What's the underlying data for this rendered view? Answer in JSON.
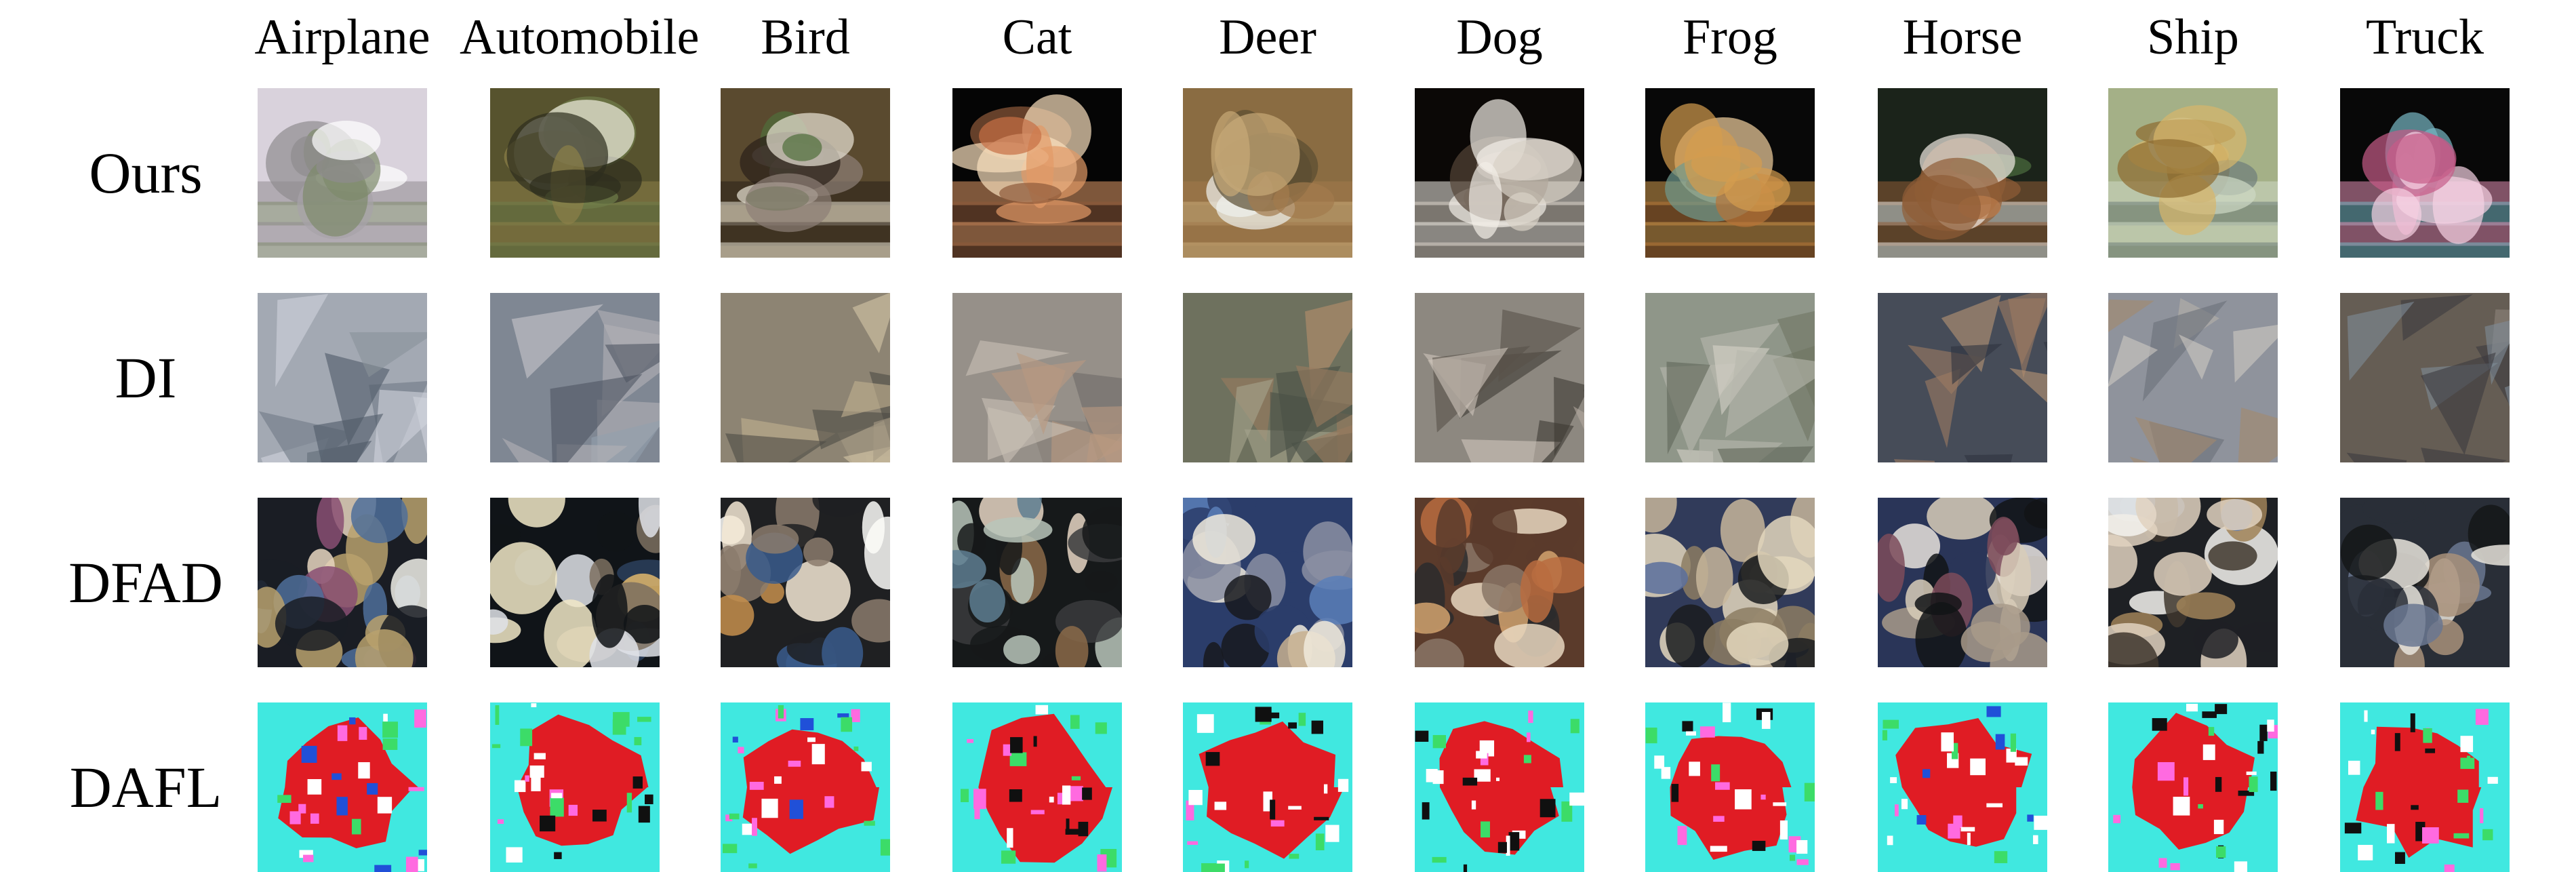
{
  "figure": {
    "columns": [
      "Airplane",
      "Automobile",
      "Bird",
      "Cat",
      "Deer",
      "Dog",
      "Frog",
      "Horse",
      "Ship",
      "Truck"
    ],
    "rows": [
      {
        "label": "Ours",
        "style": "natural",
        "palettes": [
          [
            "#d9d2dc",
            "#8f8b8f",
            "#ffffff",
            "#a7a3a8",
            "#7d8a6b"
          ],
          [
            "#57532e",
            "#8c8048",
            "#f0eee0",
            "#2e2d1e",
            "#6f7e4a"
          ],
          [
            "#5a4a2f",
            "#2a2018",
            "#8d7f76",
            "#4e6d3a",
            "#eae4d6"
          ],
          [
            "#050505",
            "#e29a67",
            "#f9dfbd",
            "#c76f45",
            "#8e5a3a"
          ],
          [
            "#8a6c42",
            "#a37a4d",
            "#f0f2ef",
            "#5a4d32",
            "#c8a978"
          ],
          [
            "#0b0806",
            "#f2eee7",
            "#a38b75",
            "#544437",
            "#d9d1c6"
          ],
          [
            "#080808",
            "#d49d4f",
            "#6f9a8f",
            "#f3d29f",
            "#b77438"
          ],
          [
            "#1b231a",
            "#8f5c36",
            "#bb7c4b",
            "#4c6d3f",
            "#efe9e2"
          ],
          [
            "#a4b087",
            "#cdd9c5",
            "#8d6b2f",
            "#d7b66b",
            "#6d7e7a"
          ],
          [
            "#080808",
            "#e48fb5",
            "#f6d3e4",
            "#c65b88",
            "#77b8c4"
          ]
        ]
      },
      {
        "label": "DI",
        "style": "geometric",
        "palettes": [
          [
            "#a3a9b3",
            "#6f7986",
            "#d0d3dc",
            "#4f5a68",
            "#889399"
          ],
          [
            "#7f8793",
            "#c8c6cc",
            "#4f5562",
            "#93a0ad",
            "#b2b0b6"
          ],
          [
            "#8d8473",
            "#c1b190",
            "#4c4b44",
            "#a59984",
            "#d6c7a6"
          ],
          [
            "#969089",
            "#b99a81",
            "#6e6a67",
            "#c9c1b6",
            "#857f77"
          ],
          [
            "#6e715e",
            "#9a7b5f",
            "#a6a58e",
            "#4a5046",
            "#b88f6d"
          ],
          [
            "#8d8880",
            "#59514a",
            "#b4aaa0",
            "#3e3a33",
            "#d1c7bc"
          ],
          [
            "#8f9689",
            "#b8b8ae",
            "#6f7563",
            "#d6d2c8",
            "#5f6658"
          ],
          [
            "#464c58",
            "#9c7c63",
            "#7b8493",
            "#b99675",
            "#2f3440"
          ],
          [
            "#8f939c",
            "#b6b1aa",
            "#6a6f79",
            "#a4896d",
            "#cfcac3"
          ],
          [
            "#655d54",
            "#8e847c",
            "#3c3b40",
            "#b5a794",
            "#7e8c97"
          ]
        ]
      },
      {
        "label": "DFAD",
        "style": "blobs",
        "palettes": [
          [
            "#1a1d24",
            "#e7d6bf",
            "#4f6f9a",
            "#b8a16d",
            "#8a4f73",
            "#f0eee8"
          ],
          [
            "#101418",
            "#f1e8c7",
            "#e0b76c",
            "#7d7060",
            "#2c3f5d",
            "#dfe2e8"
          ],
          [
            "#1f2022",
            "#f3e7d3",
            "#3a5c8c",
            "#c58f4c",
            "#8b7b6c",
            "#fbfbf8"
          ],
          [
            "#16191a",
            "#b9c6bb",
            "#5e7e92",
            "#e6d6c4",
            "#3a3b3d",
            "#8b6a49"
          ],
          [
            "#2b3d6a",
            "#f0eadc",
            "#17191d",
            "#5a7fb9",
            "#c8b08f",
            "#8b8fa2"
          ],
          [
            "#5b3b2b",
            "#d4a36f",
            "#2b2c2d",
            "#b86c3f",
            "#e7d7c0",
            "#897566"
          ],
          [
            "#313b5a",
            "#e3d7bd",
            "#1a1c1f",
            "#8c7d63",
            "#5b6f9c",
            "#c7b69b"
          ],
          [
            "#2a3558",
            "#d8ccb8",
            "#7c4b5b",
            "#a89a8a",
            "#121416",
            "#e8e2dc"
          ],
          [
            "#1e2024",
            "#5672a7",
            "#e0d2c0",
            "#a08358",
            "#f5f3ee",
            "#40372e"
          ],
          [
            "#292e37",
            "#e8e4dc",
            "#6a7791",
            "#a8907a",
            "#141618",
            "#cfd0d0"
          ]
        ]
      },
      {
        "label": "DAFL",
        "style": "saturated",
        "palettes": [
          [
            "#e01c24",
            "#40e8e0",
            "#ff6ae0",
            "#ffffff",
            "#2050d8",
            "#3cdc68"
          ],
          [
            "#e01c24",
            "#40e8e0",
            "#3cdc68",
            "#101010",
            "#ff6ae0",
            "#ffffff"
          ],
          [
            "#e01c24",
            "#40e8e0",
            "#ff6ae0",
            "#ffffff",
            "#3cdc68",
            "#2050d8"
          ],
          [
            "#e01c24",
            "#40e8e0",
            "#3cdc68",
            "#101010",
            "#ffffff",
            "#ff6ae0"
          ],
          [
            "#e01c24",
            "#40e8e0",
            "#ff6ae0",
            "#101010",
            "#3cdc68",
            "#ffffff"
          ],
          [
            "#e01c24",
            "#40e8e0",
            "#101010",
            "#ffffff",
            "#3cdc68",
            "#ff6ae0"
          ],
          [
            "#e01c24",
            "#40e8e0",
            "#3cdc68",
            "#101010",
            "#ff6ae0",
            "#ffffff"
          ],
          [
            "#e01c24",
            "#40e8e0",
            "#ff6ae0",
            "#ffffff",
            "#3cdc68",
            "#2050d8"
          ],
          [
            "#e01c24",
            "#40e8e0",
            "#ff6ae0",
            "#101010",
            "#3cdc68",
            "#ffffff"
          ],
          [
            "#e01c24",
            "#40e8e0",
            "#101010",
            "#ffffff",
            "#3cdc68",
            "#ff6ae0"
          ]
        ]
      }
    ]
  }
}
